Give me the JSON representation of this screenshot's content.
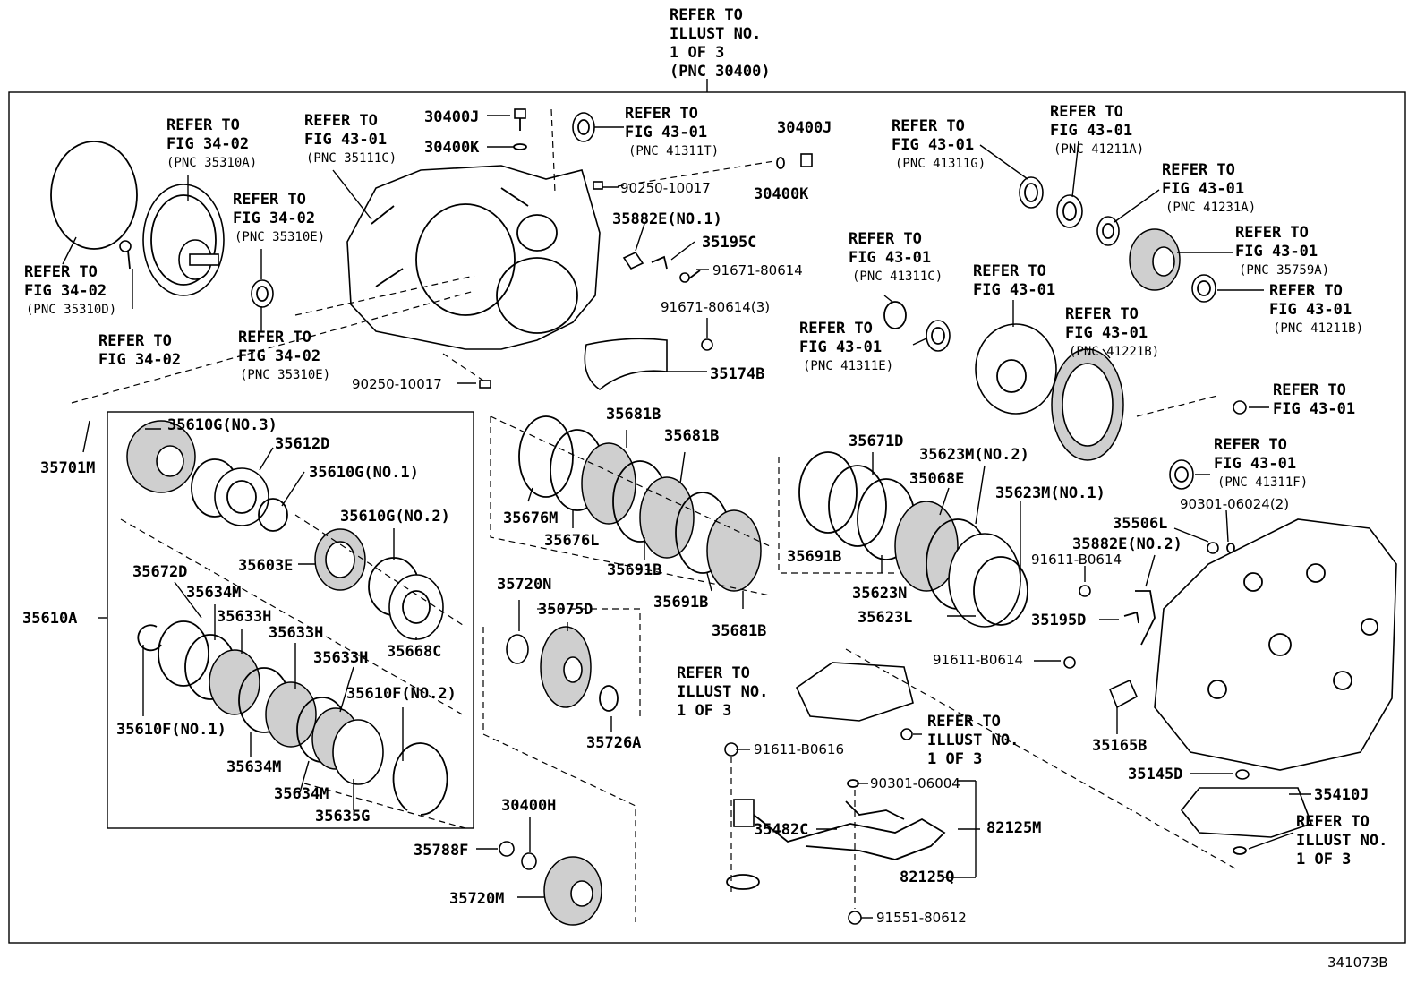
{
  "diagram_code": "341073B",
  "refer_illust_top": [
    "REFER TO",
    "ILLUST NO.",
    "1 OF 3",
    "(PNC 30400)"
  ],
  "refer_illust_a": [
    "REFER TO",
    "ILLUST NO.",
    "1 OF 3"
  ],
  "refer_illust_b": [
    "REFER TO",
    "ILLUST NO.",
    "1 OF 3"
  ],
  "refer_illust_c": [
    "REFER TO",
    "ILLUST NO.",
    "1 OF 3"
  ],
  "refer_fig_34_02_a": [
    "REFER TO",
    "FIG 34-02",
    "(PNC 35310A)"
  ],
  "refer_fig_34_02_b": [
    "REFER TO",
    "FIG 34-02",
    "(PNC 35310E)"
  ],
  "refer_fig_34_02_c": [
    "REFER TO",
    "FIG 34-02",
    "(PNC 35310D)"
  ],
  "refer_fig_34_02_d": [
    "REFER TO",
    "FIG 34-02"
  ],
  "refer_fig_34_02_e": [
    "REFER TO",
    "FIG 34-02",
    "(PNC 35310E)"
  ],
  "refer_fig_43_01_a": [
    "REFER TO",
    "FIG 43-01",
    "(PNC 35111C)"
  ],
  "refer_fig_43_01_b": [
    "REFER TO",
    "FIG 43-01",
    "(PNC 41311T)"
  ],
  "refer_fig_43_01_c": [
    "REFER TO",
    "FIG 43-01",
    "(PNC 41311G)"
  ],
  "refer_fig_43_01_d": [
    "REFER TO",
    "FIG 43-01",
    "(PNC 41211A)"
  ],
  "refer_fig_43_01_e": [
    "REFER TO",
    "FIG 43-01",
    "(PNC 41231A)"
  ],
  "refer_fig_43_01_f": [
    "REFER TO",
    "FIG 43-01",
    "(PNC 35759A)"
  ],
  "refer_fig_43_01_g": [
    "REFER TO",
    "FIG 43-01",
    "(PNC 41211B)"
  ],
  "refer_fig_43_01_h": [
    "REFER TO",
    "FIG 43-01",
    "(PNC 41311C)"
  ],
  "refer_fig_43_01_i": [
    "REFER TO",
    "FIG 43-01"
  ],
  "refer_fig_43_01_j": [
    "REFER TO",
    "FIG 43-01",
    "(PNC 41221B)"
  ],
  "refer_fig_43_01_k": [
    "REFER TO",
    "FIG 43-01",
    "(PNC 41311E)"
  ],
  "refer_fig_43_01_l": [
    "REFER TO",
    "FIG 43-01"
  ],
  "refer_fig_43_01_m": [
    "REFER TO",
    "FIG 43-01",
    "(PNC 41311F)"
  ],
  "parts": {
    "p30400J_a": "30400J",
    "p30400K_a": "30400K",
    "p30400J_b": "30400J",
    "p30400K_b": "30400K",
    "p90250_a": "90250-10017",
    "p90250_b": "90250-10017",
    "p35882E_1": "35882E(NO.1)",
    "p35195C": "35195C",
    "p91671_a": "91671-80614",
    "p91671_b": "91671-80614(3)",
    "p35174B": "35174B",
    "p35701M": "35701M",
    "p35610G_3": "35610G(NO.3)",
    "p35612D": "35612D",
    "p35610G_1": "35610G(NO.1)",
    "p35610G_2": "35610G(NO.2)",
    "p35603E": "35603E",
    "p35672D": "35672D",
    "p35634M_a": "35634M",
    "p35633H_a": "35633H",
    "p35633H_b": "35633H",
    "p35633H_c": "35633H",
    "p35610A": "35610A",
    "p35668C": "35668C",
    "p35610F_2": "35610F(NO.2)",
    "p35610F_1": "35610F(NO.1)",
    "p35634M_b": "35634M",
    "p35634M_c": "35634M",
    "p35635G": "35635G",
    "p35681B_a": "35681B",
    "p35681B_b": "35681B",
    "p35681B_c": "35681B",
    "p35676M": "35676M",
    "p35676L": "35676L",
    "p35691B_a": "35691B",
    "p35691B_b": "35691B",
    "p35691B_c": "35691B",
    "p35720N": "35720N",
    "p35075D": "35075D",
    "p35726A": "35726A",
    "p30400H": "30400H",
    "p35788F": "35788F",
    "p35720M": "35720M",
    "p35671D": "35671D",
    "p35623M_2": "35623M(NO.2)",
    "p35068E": "35068E",
    "p35623M_1": "35623M(NO.1)",
    "p35623N": "35623N",
    "p35623L": "35623L",
    "p35506L": "35506L",
    "p90301_a": "90301-06024(2)",
    "p35882E_2": "35882E(NO.2)",
    "p91611_a": "91611-B0614",
    "p35195D": "35195D",
    "p91611_b": "91611-B0614",
    "p35165B": "35165B",
    "p35145D": "35145D",
    "p35410J": "35410J",
    "p91611_c": "91611-B0616",
    "p90301_b": "90301-06004",
    "p35482C": "35482C",
    "p82125M": "82125M",
    "p82125Q": "82125Q",
    "p91551": "91551-80612"
  }
}
